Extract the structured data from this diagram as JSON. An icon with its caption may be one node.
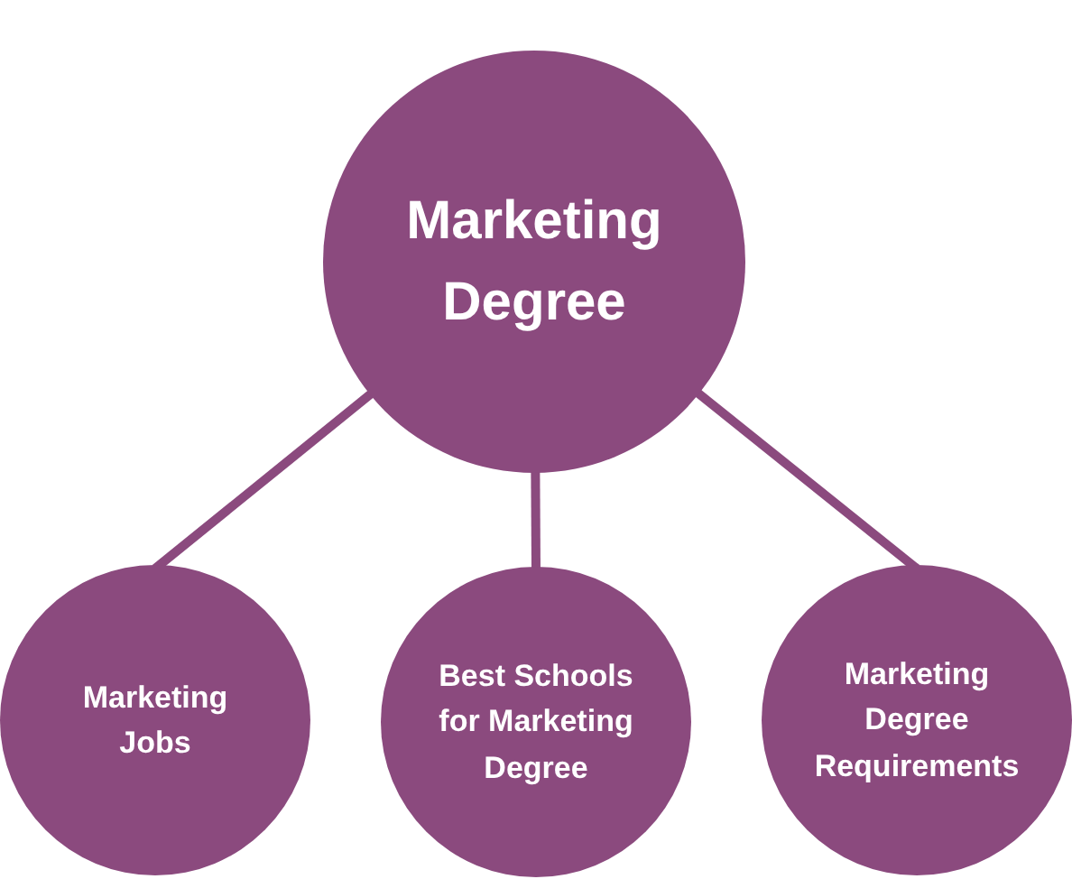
{
  "diagram": {
    "nodes": [
      {
        "text": [
          "Marketing Degree"
        ]
      },
      {
        "text": [
          "Marketing Jobs"
        ]
      },
      {
        "text": [
          "Best Schools for Marketing Degree"
        ]
      },
      {
        "text": [
          "Marketing Degree Requirements"
        ]
      }
    ],
    "edges": [
      {
        "from": 0,
        "to": 1,
        "arrow": "none"
      },
      {
        "from": 0,
        "to": 2,
        "arrow": "none"
      },
      {
        "from": 0,
        "to": 3,
        "arrow": "none"
      }
    ]
  }
}
